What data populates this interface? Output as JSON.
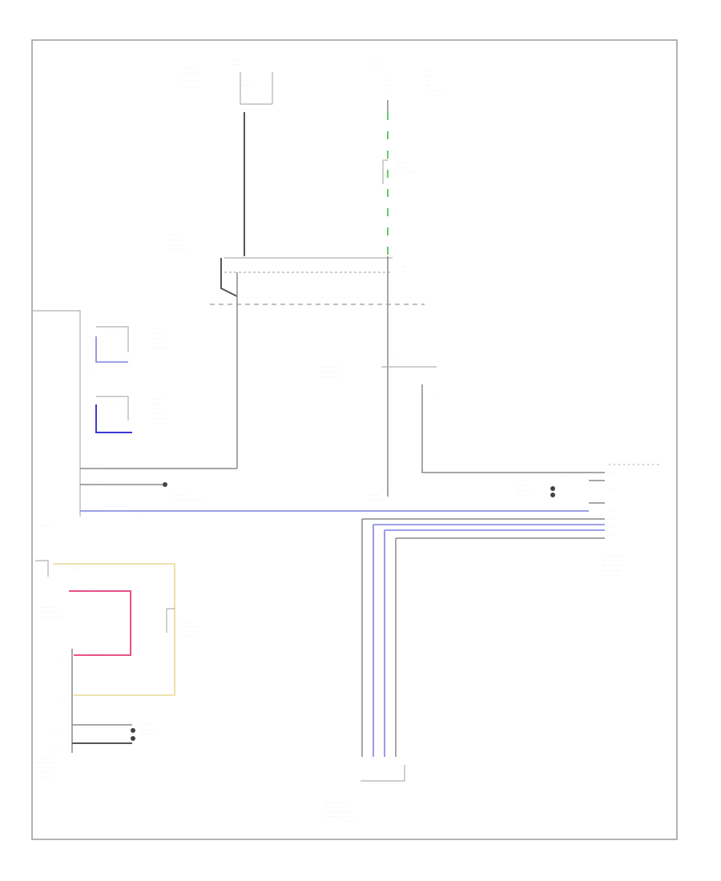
{
  "diagram": {
    "footer_code": "",
    "components": [
      {
        "id": "c1",
        "name": "",
        "kind": "fuse"
      },
      {
        "id": "c2",
        "name": "",
        "kind": "fuse"
      },
      {
        "id": "c3",
        "name": "",
        "kind": "relay"
      },
      {
        "id": "c4",
        "name": "",
        "kind": "junction"
      },
      {
        "id": "c5",
        "name": "",
        "kind": "ecu"
      },
      {
        "id": "c6",
        "name": "",
        "kind": "connector"
      },
      {
        "id": "c7",
        "name": "",
        "kind": "sensor"
      },
      {
        "id": "c8",
        "name": "",
        "kind": "ecu"
      }
    ],
    "wire_colors": {
      "blue": "#8080e0",
      "dark_blue": "#3a3ad0",
      "green": "#40c040",
      "yellow": "#e8d896",
      "pink": "#e8508a",
      "black": "#555555"
    }
  }
}
